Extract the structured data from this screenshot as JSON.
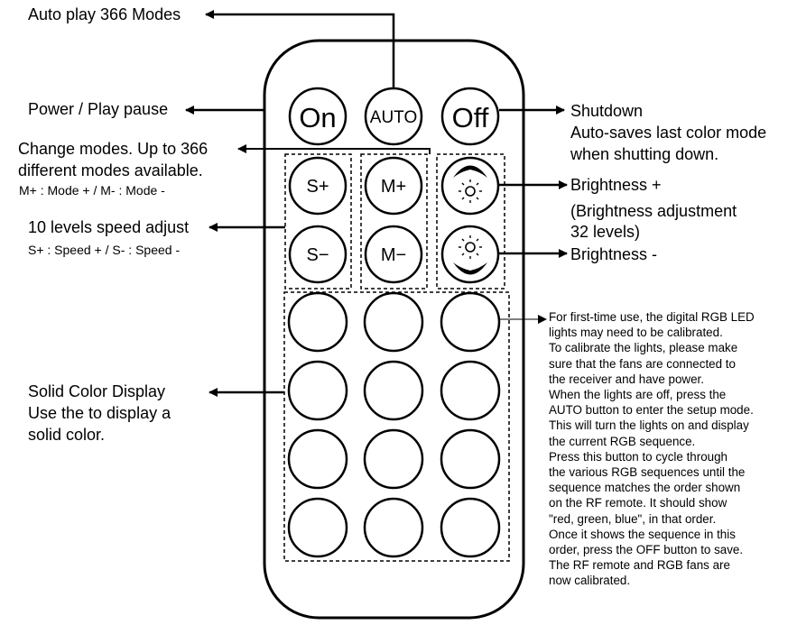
{
  "annotations": {
    "auto_play": "Auto play 366 Modes",
    "power": "Power / Play pause",
    "change_modes": {
      "line1": "Change modes. Up to 366",
      "line2": "different modes available.",
      "line3": "M+ : Mode + / M- : Mode -"
    },
    "speed": {
      "line1": "10 levels speed adjust",
      "line2": "S+ : Speed + / S- : Speed -"
    },
    "solid_color": {
      "line1": "Solid Color Display",
      "line2": "Use the to display a",
      "line3": "solid color."
    },
    "shutdown": {
      "line1": "Shutdown",
      "line2": "Auto-saves last color mode",
      "line3": "when shutting down."
    },
    "brightness_plus": {
      "line1": "Brightness +",
      "line2": "(Brightness adjustment",
      "line3": "32 levels)"
    },
    "brightness_minus": "Brightness -",
    "calibration_note": "For first-time use, the digital RGB LED\nlights may need to be calibrated.\nTo calibrate the lights, please make\nsure that the fans are connected to\nthe receiver and have power.\nWhen the lights are off, press the\nAUTO button to enter the setup mode.\nThis will turn the lights on and display\nthe current RGB sequence.\nPress this button to cycle through\nthe various RGB sequences until the\nsequence matches the order shown\non the RF remote. It should show\n\"red, green, blue\", in that order.\nOnce it shows the sequence in this\norder, press the OFF button to save.\nThe RF remote and RGB fans are\nnow calibrated."
  },
  "remote": {
    "on_label": "On",
    "auto_label": "AUTO",
    "off_label": "Off",
    "s_plus_label": "S+",
    "s_minus_label": "S−",
    "m_plus_label": "M+",
    "m_minus_label": "M−",
    "brightness_up_icon": "brightness-up-icon",
    "brightness_down_icon": "brightness-down-icon",
    "solid_color_button_count": 12
  }
}
